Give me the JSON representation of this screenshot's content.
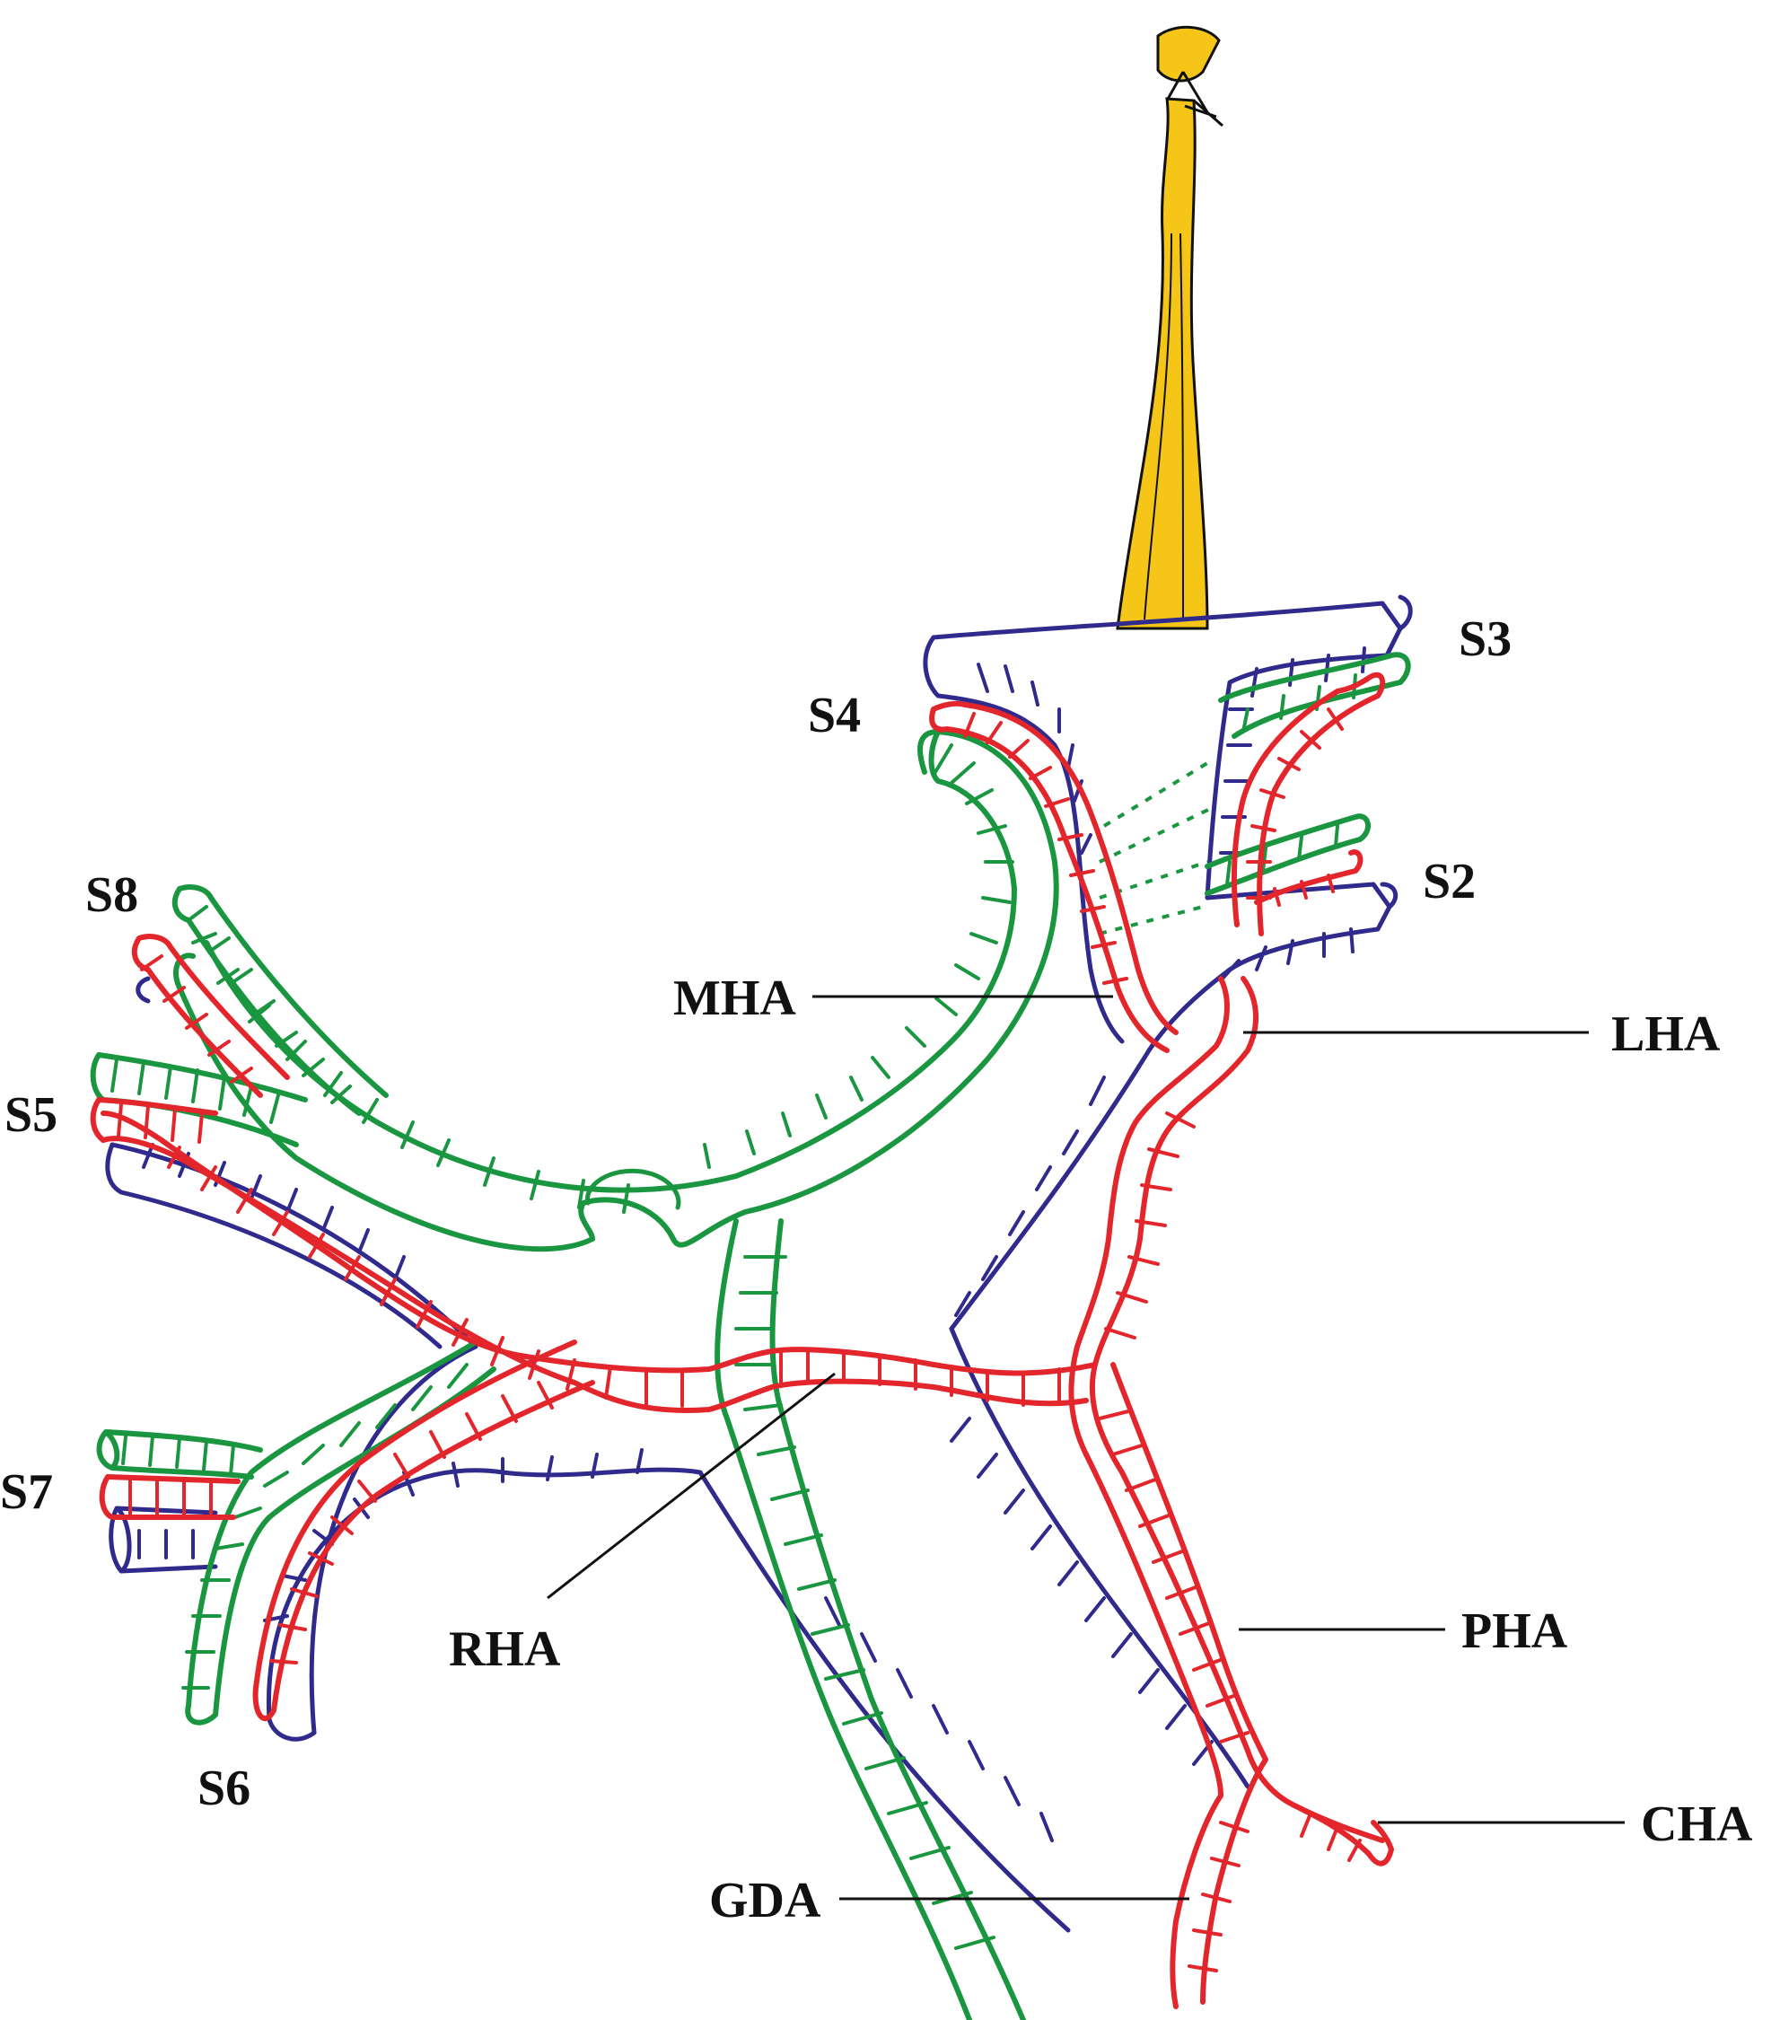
{
  "colors": {
    "portal_vein": "#2f2a8c",
    "hepatic_artery": "#e3262b",
    "bile_duct": "#1a9641",
    "ligament": "#f5c518",
    "label": "#111111"
  },
  "labels": {
    "s3": "S3",
    "s4": "S4",
    "s2": "S2",
    "s8": "S8",
    "s5": "S5",
    "s7": "S7",
    "s6": "S6",
    "mha": "MHA",
    "lha": "LHA",
    "rha": "RHA",
    "pha": "PHA",
    "cha": "CHA",
    "gda": "GDA"
  }
}
